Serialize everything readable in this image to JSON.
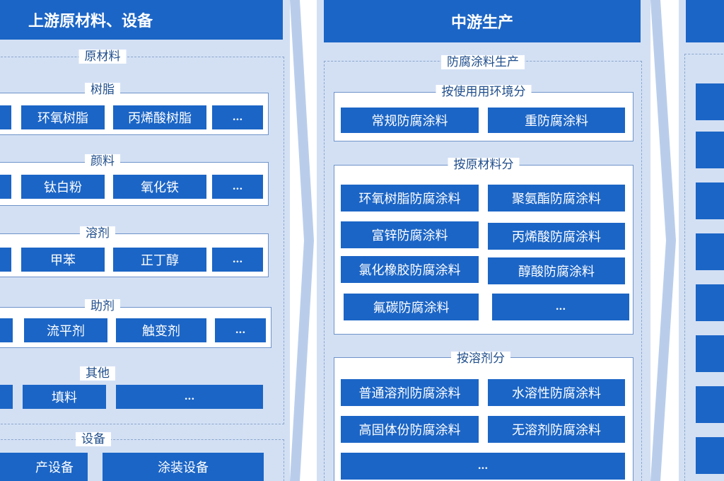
{
  "colors": {
    "header": "#1b65c6",
    "button": "#1b65c6",
    "panel": "#d3e0f4",
    "border": "#6e93c9"
  },
  "upstream": {
    "title": "上游原材料、设备",
    "raw_materials": {
      "label": "原材料",
      "resin": {
        "label": "树脂",
        "items": [
          "环氧树脂",
          "丙烯酸树脂",
          "..."
        ]
      },
      "pigment": {
        "label": "颜料",
        "items": [
          "钛白粉",
          "氧化铁",
          "..."
        ]
      },
      "solvent": {
        "label": "溶剂",
        "items": [
          "甲苯",
          "正丁醇",
          "..."
        ]
      },
      "additive": {
        "label": "助剂",
        "items": [
          "流平剂",
          "触变剂",
          "..."
        ]
      },
      "other": {
        "label": "其他",
        "items": [
          "填料",
          "..."
        ]
      }
    },
    "equipment": {
      "label": "设备",
      "items": [
        "产设备",
        "涂装设备"
      ]
    }
  },
  "midstream": {
    "title": "中游生产",
    "section_label": "防腐涂料生产",
    "by_env": {
      "label": "按使用用环境分",
      "items": [
        "常规防腐涂料",
        "重防腐涂料"
      ]
    },
    "by_material": {
      "label": "按原材料分",
      "items": [
        "环氧树脂防腐涂料",
        "聚氨酯防腐涂料",
        "富锌防腐涂料",
        "丙烯酸防腐涂料",
        "氯化橡胶防腐涂料",
        "醇酸防腐涂料",
        "氟碳防腐涂料",
        "..."
      ]
    },
    "by_solvent": {
      "label": "按溶剂分",
      "items": [
        "普通溶剂防腐涂料",
        "水溶性防腐涂料",
        "高固体份防腐涂料",
        "无溶剂防腐涂料",
        "..."
      ]
    }
  }
}
